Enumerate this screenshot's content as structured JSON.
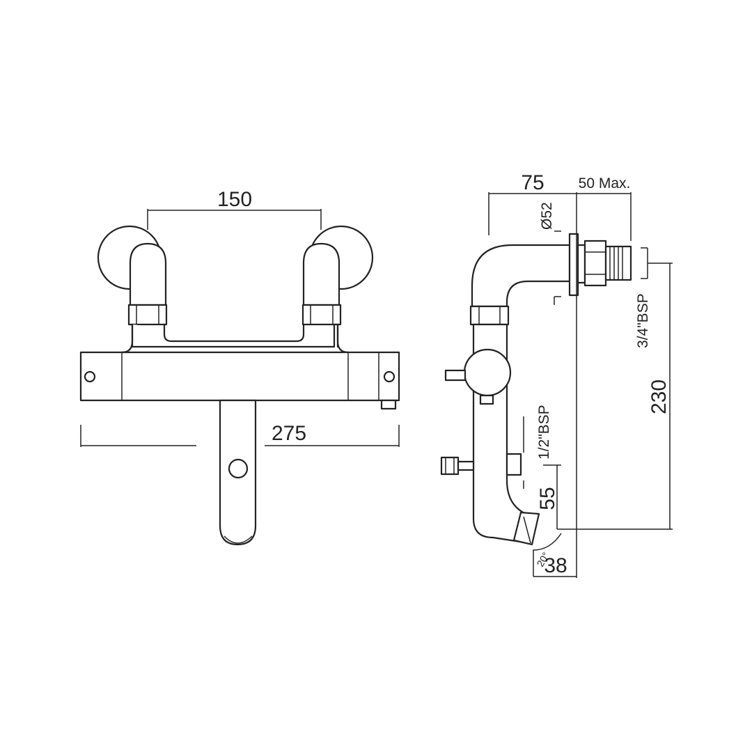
{
  "colors": {
    "line": "#222222",
    "background": "#ffffff"
  },
  "front_view": {
    "dim_inlet_spacing": "150",
    "dim_overall_width": "275"
  },
  "side_view": {
    "dim_projection": "75",
    "dim_max_extension": "50 Max.",
    "dim_wall_plate_dia": "Ø52",
    "inlet_thread": "3/4\"BSP",
    "dim_height": "230",
    "outlet_thread": "1/2\"BSP",
    "dim_spout_height": "55",
    "spout_angle": "20°",
    "dim_spout_depth": "38"
  }
}
